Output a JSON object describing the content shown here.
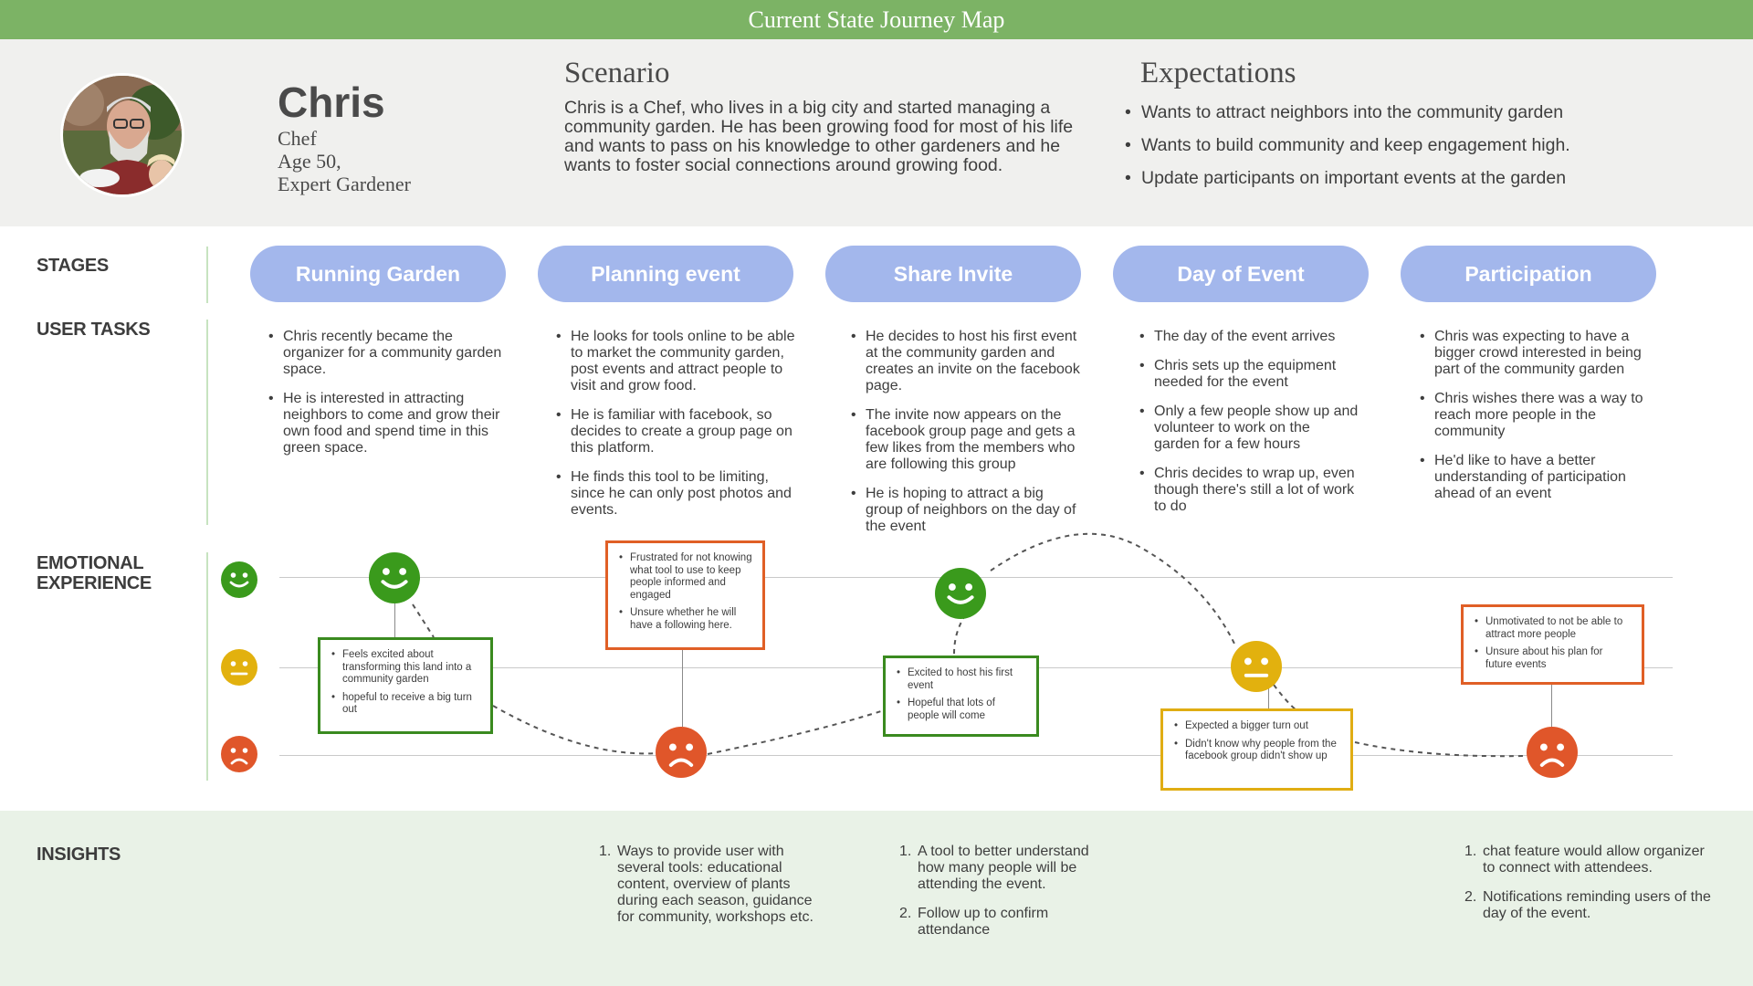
{
  "header": {
    "title": "Current State Journey Map"
  },
  "persona": {
    "name": "Chris",
    "role": "Chef",
    "age": "Age 50,",
    "experience": "Expert Gardener",
    "scenario_title": "Scenario",
    "scenario_text": "Chris is a Chef, who lives in a big city and started managing a community garden. He has been growing food for most of his life and wants to pass on his knowledge to other gardeners and he wants to foster social connections around growing food.",
    "expectations_title": "Expectations",
    "expectations": [
      "Wants to attract neighbors into the community garden",
      "Wants to build community and keep engagement high.",
      "Update participants on important events at the garden"
    ]
  },
  "labels": {
    "stages": "STAGES",
    "user_tasks": "USER TASKS",
    "emotional_1": "EMOTIONAL",
    "emotional_2": "EXPERIENCE",
    "insights": "INSIGHTS"
  },
  "stages": [
    "Running Garden",
    "Planning event",
    "Share Invite",
    "Day of Event",
    "Participation"
  ],
  "tasks": [
    [
      "Chris recently became the organizer for a community garden space.",
      "He is interested in attracting neighbors to come and grow their own food and spend time in this green space."
    ],
    [
      "He looks for tools online to be able to market the community garden, post events and attract people to visit and grow food.",
      "He is familiar with facebook, so decides to create a group page on this platform.",
      "He finds this tool to be limiting, since he can only post photos and events."
    ],
    [
      "He decides to host his first event at the community garden and creates an invite on the facebook page.",
      "The invite now appears on the facebook group page and gets a few likes from the members who are following this group",
      "He is hoping to attract a big group of neighbors on the day of the event"
    ],
    [
      "The day of the event arrives",
      "Chris sets up the equipment needed for the event",
      "Only a few people show up and volunteer to work on the garden for a few hours",
      "Chris decides to wrap up, even though there's still a lot of work to do"
    ],
    [
      "Chris was expecting to have a bigger crowd interested in being part of the community garden",
      "Chris wishes there was a way to reach more people in the community",
      "He'd like to have a better understanding of participation ahead of an event"
    ]
  ],
  "emotions": [
    {
      "stage": "Running Garden",
      "level": "happy",
      "notes": [
        "Feels excited about transforming this land into a community garden",
        "hopeful to receive a big turn out"
      ]
    },
    {
      "stage": "Planning event",
      "level": "sad",
      "notes": [
        "Frustrated for not knowing what tool to use to keep people informed and engaged",
        "Unsure whether he will have a following here."
      ]
    },
    {
      "stage": "Share Invite",
      "level": "happy",
      "notes": [
        "Excited to host his first event",
        "Hopeful that lots of people will come"
      ]
    },
    {
      "stage": "Day of Event",
      "level": "neutral",
      "notes": [
        "Expected a bigger turn out",
        "Didn't know why people from the facebook group didn't show up"
      ]
    },
    {
      "stage": "Participation",
      "level": "sad",
      "notes": [
        "Unmotivated to not be able to attract more people",
        "Unsure about his plan for future events"
      ]
    }
  ],
  "insights": [
    [],
    [
      "Ways to provide user with several tools: educational content, overview of plants during each season, guidance for community, workshops etc."
    ],
    [
      "A tool to better understand how many people will be attending the event.",
      "Follow up to confirm attendance"
    ],
    [],
    [
      "chat feature would allow organizer to connect with attendees.",
      "Notifications reminding users of the day of the event."
    ]
  ],
  "colors": {
    "header": "#7cb365",
    "stage_pill": "#a3b7ec",
    "happy": "#3a9a1c",
    "neutral": "#e2b10e",
    "sad": "#e0562a",
    "insights_bg": "#e9f2e7"
  }
}
